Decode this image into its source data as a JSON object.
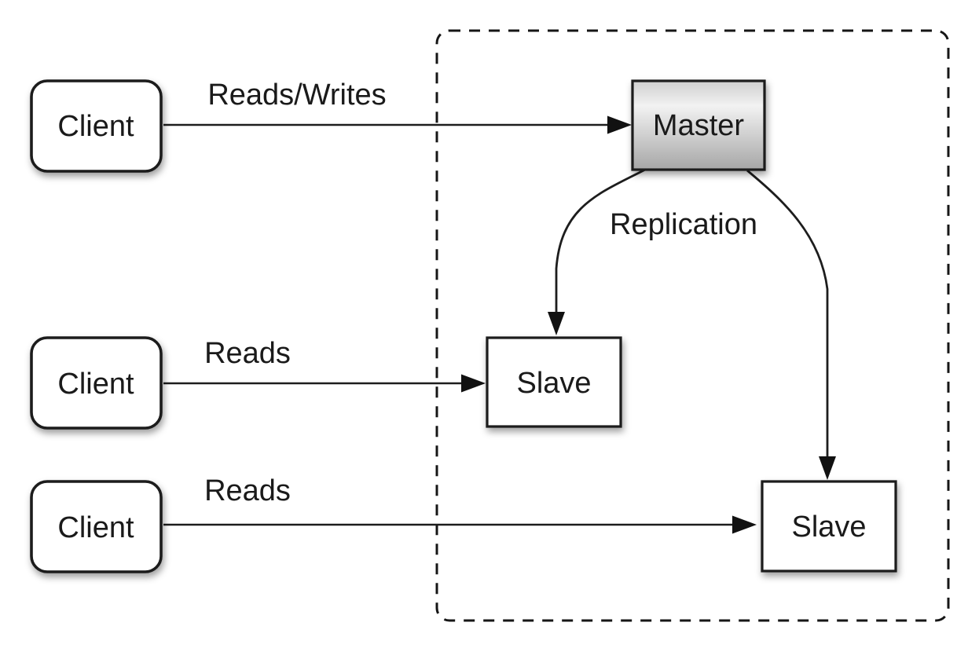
{
  "diagram": {
    "nodes": {
      "client_top": {
        "label": "Client"
      },
      "client_middle": {
        "label": "Client"
      },
      "client_bottom": {
        "label": "Client"
      },
      "master": {
        "label": "Master"
      },
      "slave_left": {
        "label": "Slave"
      },
      "slave_right": {
        "label": "Slave"
      }
    },
    "edges": {
      "client_top_to_master": {
        "label": "Reads/Writes"
      },
      "client_middle_to_slave_left": {
        "label": "Reads"
      },
      "client_bottom_to_slave_right": {
        "label": "Reads"
      },
      "master_to_slaves": {
        "label": "Replication"
      }
    },
    "colors": {
      "stroke": "#1b1b1b",
      "node_fill": "#ffffff",
      "master_gradient_top": "#cfcfcf",
      "master_gradient_mid": "#f2f2f2",
      "master_gradient_bottom": "#a6a6a6",
      "background": "#ffffff"
    }
  }
}
